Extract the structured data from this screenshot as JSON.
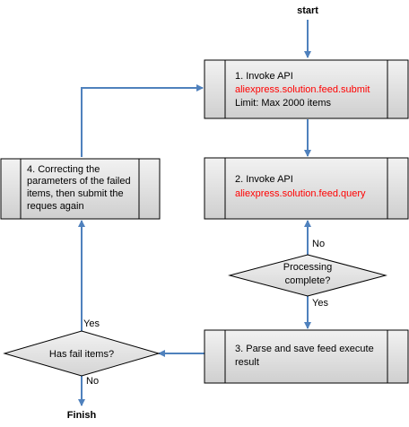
{
  "start_label": "start",
  "finish_label": "Finish",
  "steps": {
    "submit": {
      "line1": "1. Invoke API",
      "api": "aliexpress.solution.feed.submit",
      "line3": "Limit: Max 2000 items"
    },
    "query": {
      "line1": "2.  Invoke API",
      "api": "aliexpress.solution.feed.query"
    },
    "parse": {
      "line1": "3. Parse and save feed execute",
      "line2": "result"
    },
    "correct": {
      "line1": "4. Correcting the",
      "line2": "parameters of the failed",
      "line3": "items, then submit the",
      "line4": "reques again"
    }
  },
  "decisions": {
    "processing": {
      "line1": "Processing",
      "line2": "complete?",
      "yes": "Yes",
      "no": "No"
    },
    "fail_items": {
      "line1": "Has fail items?",
      "yes": "Yes",
      "no": "No"
    }
  },
  "colors": {
    "arrow": "#4f81bd",
    "box_fill": "#d9d9d9",
    "box_stroke": "#000000",
    "api_text": "#ff0000"
  }
}
